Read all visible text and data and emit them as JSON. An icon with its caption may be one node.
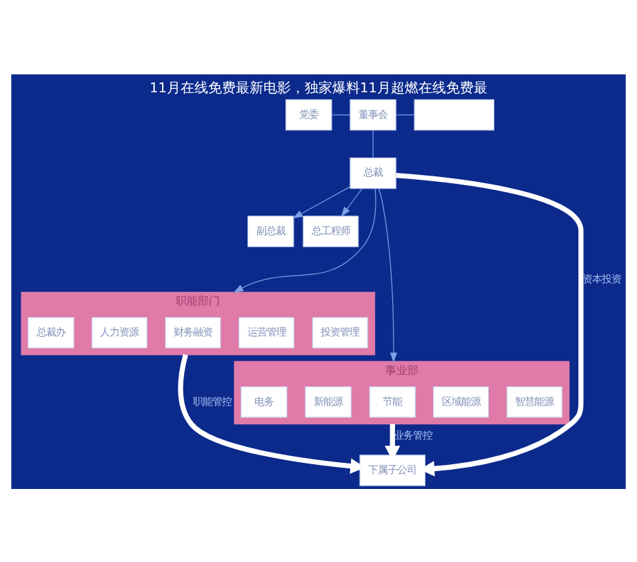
{
  "diagram": {
    "title": "11月在线免费最新电影，独家爆料11月超燃在线免费最",
    "nodes": [
      {
        "text": [
          "党委"
        ]
      },
      {
        "text": [
          "董事会"
        ]
      },
      {
        "text": [],
        "shape": "box"
      },
      {
        "text": [
          "总裁"
        ]
      },
      {
        "text": [
          "副总裁"
        ]
      },
      {
        "text": [
          "总工程师"
        ]
      },
      {
        "text": [
          "职能部门"
        ]
      },
      {
        "text": [
          "总裁办"
        ],
        "in": 6
      },
      {
        "text": [
          "人力资源"
        ],
        "in": 6
      },
      {
        "text": [
          "财务融资"
        ],
        "in": 6
      },
      {
        "text": [
          "运营管理"
        ],
        "in": 6
      },
      {
        "text": [
          "投资管理"
        ],
        "in": 6
      },
      {
        "text": [
          "事业部"
        ]
      },
      {
        "text": [
          "电务"
        ],
        "in": 12
      },
      {
        "text": [
          "新能源"
        ],
        "in": 12
      },
      {
        "text": [
          "节能"
        ],
        "in": 12
      },
      {
        "text": [
          "区域能源"
        ],
        "in": 12
      },
      {
        "text": [
          "智慧能源"
        ],
        "in": 12
      },
      {
        "text": [
          "下属子公司"
        ]
      }
    ],
    "edges": [
      {
        "from": 0,
        "to": 1,
        "arrow": "none"
      },
      {
        "from": 1,
        "to": 2,
        "arrow": "none"
      },
      {
        "from": 1,
        "to": 3,
        "arrow": "none"
      },
      {
        "from": 3,
        "to": 4,
        "arrow": "to"
      },
      {
        "from": 3,
        "to": 5,
        "arrow": "to"
      },
      {
        "from": 3,
        "to": 6,
        "arrow": "to"
      },
      {
        "from": 3,
        "to": 12,
        "arrow": "to"
      },
      {
        "from": 6,
        "to": 18,
        "arrow": "to",
        "label": "职能管控",
        "style": "thick",
        "color": "#ffffff"
      },
      {
        "from": 3,
        "to": 18,
        "arrow": "to",
        "label": "资本投资",
        "style": "thick",
        "color": "#ffffff"
      },
      {
        "from": 12,
        "to": 18,
        "arrow": "to",
        "label": "业务管控",
        "style": "thick",
        "color": "#ffffff"
      }
    ]
  }
}
